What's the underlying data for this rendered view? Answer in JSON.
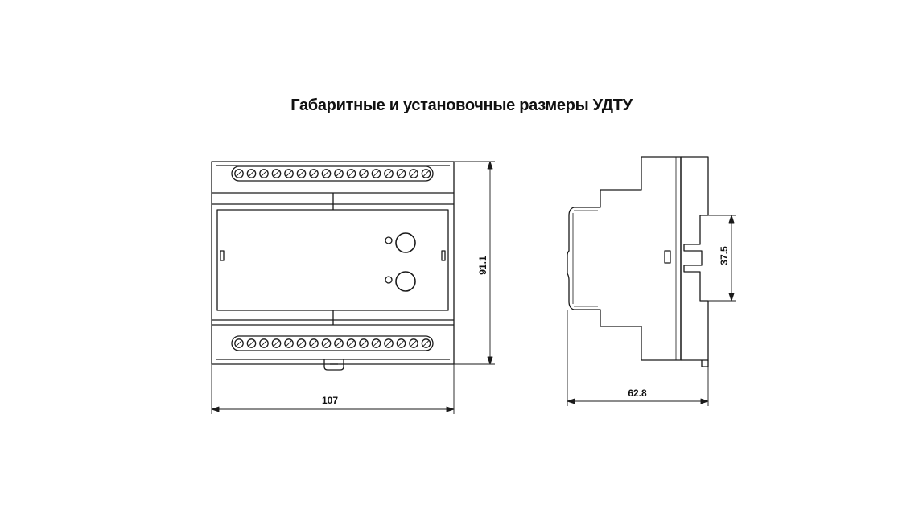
{
  "title": "Габаритные и установочные размеры УДТУ",
  "dimensions": {
    "width": "107",
    "height": "91.1",
    "depth": "62.8",
    "rail": "37.5"
  },
  "front_view": {
    "terminal_count_top": 16,
    "terminal_count_bottom": 16,
    "buttons": 2
  },
  "colors": {
    "stroke": "#1a1a1a",
    "background": "#ffffff"
  }
}
